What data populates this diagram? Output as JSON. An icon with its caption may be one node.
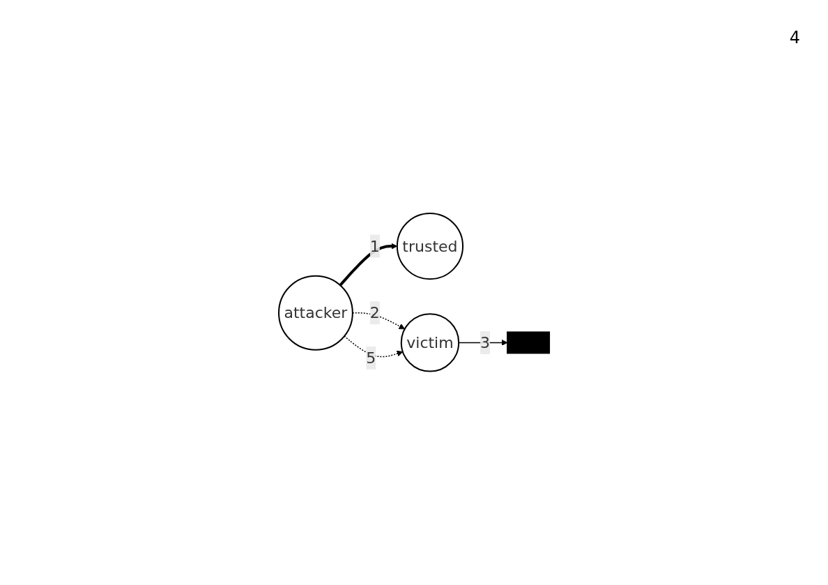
{
  "diagram": {
    "nodes": [
      {
        "text": [
          "attacker"
        ]
      },
      {
        "text": [
          "trusted"
        ]
      },
      {
        "text": [
          "victim"
        ]
      },
      {
        "text": [],
        "shape": "bar"
      }
    ],
    "edges": [
      {
        "from": 0,
        "to": 1,
        "arrow": "to",
        "label": "1",
        "style": "thick"
      },
      {
        "from": 0,
        "to": 2,
        "arrow": "to",
        "label": "2",
        "style": "dashed"
      },
      {
        "from": 2,
        "to": 3,
        "arrow": "to",
        "label": "3"
      },
      {
        "from": 0,
        "to": 2,
        "arrow": "to",
        "label": "5",
        "style": "dashed"
      }
    ],
    "labels": [
      "4"
    ]
  }
}
